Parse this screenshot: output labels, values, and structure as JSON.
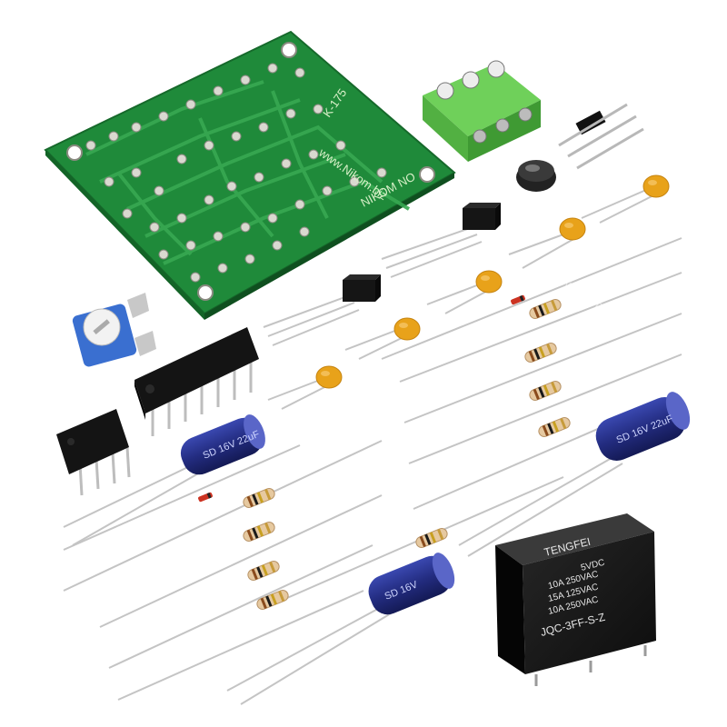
{
  "pcb": {
    "label": "K-175",
    "site": "www.Nikom.biz",
    "brand": "NIKOM NO"
  },
  "relay": {
    "brand": "TENGFEI",
    "voltage": "5VDC",
    "rating1": "10A 250VAC",
    "rating2": "15A 125VAC",
    "rating3": "10A 250VAC",
    "model": "JQC-3FF-S-Z"
  },
  "capacitors": {
    "cap1": "SD 16V 22uF",
    "cap2": "SD 16V 22uF",
    "cap3": "SD 16V"
  },
  "watermark": "www.Nikom.biz",
  "colors": {
    "pcb": "#1f8a3a",
    "terminal": "#5cc24a",
    "ceramic_cap": "#e8a21a",
    "electrolytic": "#2a3590",
    "relay": "#111111"
  }
}
